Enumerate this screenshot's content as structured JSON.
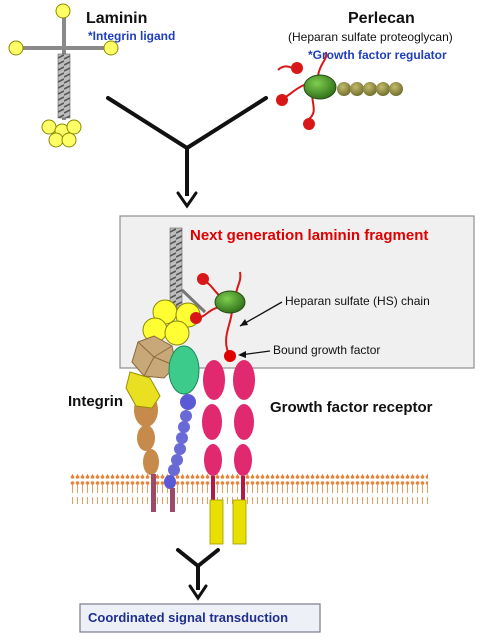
{
  "laminin": {
    "title": "Laminin",
    "note": "*Integrin ligand"
  },
  "perlecan": {
    "title": "Perlecan",
    "subtitle": "(Heparan sulfate proteoglycan)",
    "note": "*Growth factor regulator"
  },
  "fragment_box": {
    "title": "Next generation laminin fragment"
  },
  "labels": {
    "hs_chain": "Heparan sulfate (HS) chain",
    "bound_gf": "Bound growth factor",
    "integrin": "Integrin",
    "gf_receptor": "Growth factor receptor"
  },
  "result": {
    "text": "Coordinated signal transduction"
  },
  "colors": {
    "note_blue": "#1f3fbf",
    "title_red": "#e00000",
    "laminin_yellow": "#ffff66",
    "perlecan_green": "#4a8a2a",
    "hs_red": "#d81818",
    "receptor_pink": "#e0296e",
    "receptor_yellow": "#e8e000",
    "integrin_tan": "#c68a4a",
    "integrin_blue": "#6a6ad6",
    "membrane_orange": "#e88a3a",
    "box_gray": "#f0f0f0",
    "result_bg": "#eef0f8"
  }
}
